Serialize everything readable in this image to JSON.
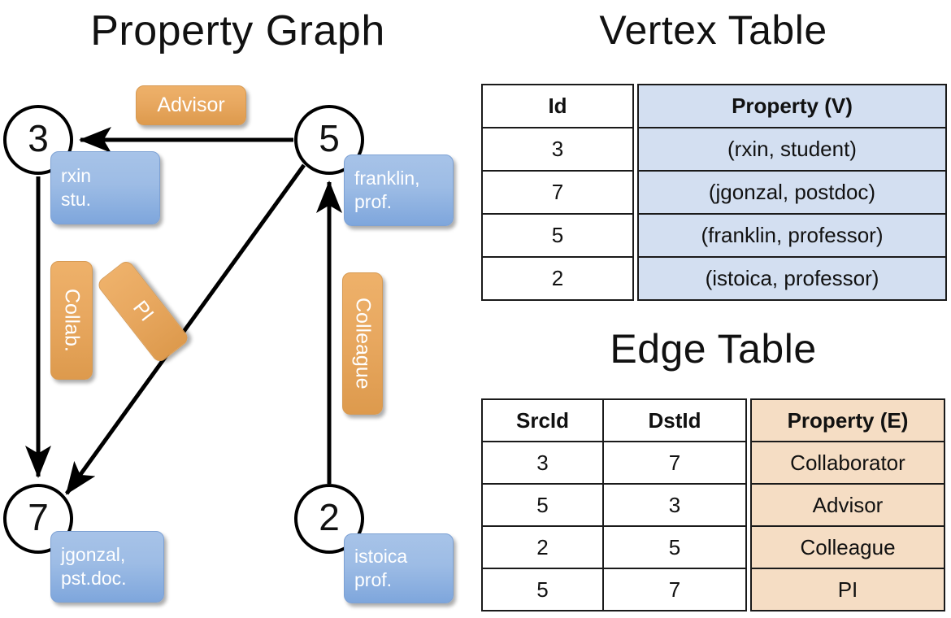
{
  "titles": {
    "property_graph": "Property Graph",
    "vertex_table": "Vertex Table",
    "edge_table": "Edge Table"
  },
  "colors": {
    "vertex_property_fill": "#d3dff1",
    "edge_property_fill": "#f5ddc4",
    "vertex_box_fill": "#7ea6dc",
    "edge_label_fill": "#e8a860",
    "node_stroke": "#000000",
    "arrow_stroke": "#000000"
  },
  "graph": {
    "nodes": [
      {
        "id": "3",
        "property_lines": [
          "rxin",
          "stu."
        ]
      },
      {
        "id": "5",
        "property_lines": [
          "franklin,",
          "prof."
        ]
      },
      {
        "id": "7",
        "property_lines": [
          "jgonzal,",
          "pst.doc."
        ]
      },
      {
        "id": "2",
        "property_lines": [
          "istoica",
          "prof."
        ]
      }
    ],
    "edge_labels": [
      {
        "name": "advisor",
        "text": "Advisor",
        "orientation": "horizontal"
      },
      {
        "name": "collab",
        "text": "Collab.",
        "orientation": "vertical"
      },
      {
        "name": "pi",
        "text": "PI",
        "orientation": "vertical-rotated"
      },
      {
        "name": "colleague",
        "text": "Colleague",
        "orientation": "vertical"
      }
    ],
    "edges": [
      {
        "src": "5",
        "dst": "3",
        "label": "Advisor"
      },
      {
        "src": "3",
        "dst": "7",
        "label": "Collab."
      },
      {
        "src": "5",
        "dst": "7",
        "label": "PI"
      },
      {
        "src": "2",
        "dst": "5",
        "label": "Colleague"
      }
    ]
  },
  "vertex_table": {
    "headers": [
      "Id",
      "Property (V)"
    ],
    "rows": [
      {
        "id": "3",
        "property": "(rxin, student)"
      },
      {
        "id": "7",
        "property": "(jgonzal, postdoc)"
      },
      {
        "id": "5",
        "property": "(franklin, professor)"
      },
      {
        "id": "2",
        "property": "(istoica, professor)"
      }
    ]
  },
  "edge_table": {
    "headers": [
      "SrcId",
      "DstId",
      "Property (E)"
    ],
    "rows": [
      {
        "src": "3",
        "dst": "7",
        "property": "Collaborator"
      },
      {
        "src": "5",
        "dst": "3",
        "property": "Advisor"
      },
      {
        "src": "2",
        "dst": "5",
        "property": "Colleague"
      },
      {
        "src": "5",
        "dst": "7",
        "property": "PI"
      }
    ]
  }
}
